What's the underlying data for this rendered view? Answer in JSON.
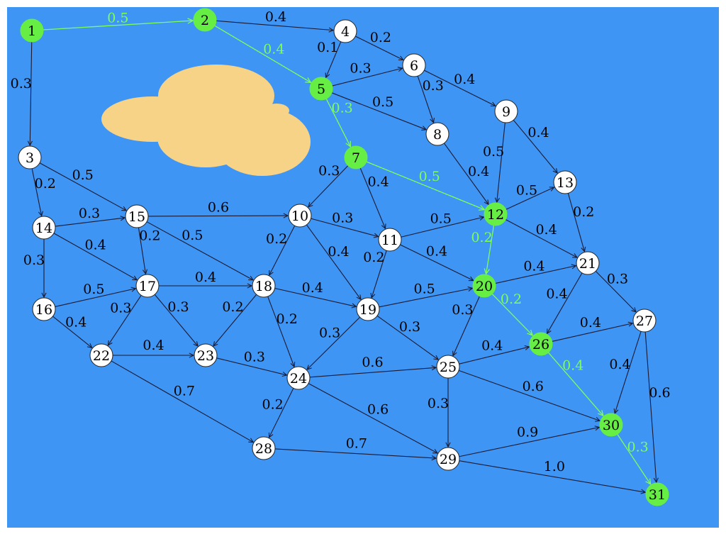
{
  "colors": {
    "background": "#3f95f4",
    "node_default": "#ffffff",
    "node_highlight": "#66ee44",
    "edge_default": "#1a1a33",
    "edge_highlight": "#7dff5a",
    "label_default": "#000000",
    "label_highlight": "#7dff5a",
    "cloud": "#f7d388"
  },
  "graph": {
    "nodes": [
      {
        "id": "1",
        "highlight": true
      },
      {
        "id": "2",
        "highlight": true
      },
      {
        "id": "3",
        "highlight": false
      },
      {
        "id": "4",
        "highlight": false
      },
      {
        "id": "5",
        "highlight": true
      },
      {
        "id": "6",
        "highlight": false
      },
      {
        "id": "7",
        "highlight": true
      },
      {
        "id": "8",
        "highlight": false
      },
      {
        "id": "9",
        "highlight": false
      },
      {
        "id": "10",
        "highlight": false
      },
      {
        "id": "11",
        "highlight": false
      },
      {
        "id": "12",
        "highlight": true
      },
      {
        "id": "13",
        "highlight": false
      },
      {
        "id": "14",
        "highlight": false
      },
      {
        "id": "15",
        "highlight": false
      },
      {
        "id": "16",
        "highlight": false
      },
      {
        "id": "17",
        "highlight": false
      },
      {
        "id": "18",
        "highlight": false
      },
      {
        "id": "19",
        "highlight": false
      },
      {
        "id": "20",
        "highlight": true
      },
      {
        "id": "21",
        "highlight": false
      },
      {
        "id": "22",
        "highlight": false
      },
      {
        "id": "23",
        "highlight": false
      },
      {
        "id": "24",
        "highlight": false
      },
      {
        "id": "25",
        "highlight": false
      },
      {
        "id": "26",
        "highlight": true
      },
      {
        "id": "27",
        "highlight": false
      },
      {
        "id": "28",
        "highlight": false
      },
      {
        "id": "29",
        "highlight": false
      },
      {
        "id": "30",
        "highlight": true
      },
      {
        "id": "31",
        "highlight": true
      }
    ],
    "edges": [
      {
        "from": "1",
        "to": "2",
        "weight": "0.5",
        "highlight": true
      },
      {
        "from": "1",
        "to": "3",
        "weight": "0.3",
        "highlight": false
      },
      {
        "from": "2",
        "to": "4",
        "weight": "0.4",
        "highlight": false
      },
      {
        "from": "2",
        "to": "5",
        "weight": "0.4",
        "highlight": true
      },
      {
        "from": "4",
        "to": "5",
        "weight": "0.1",
        "highlight": false
      },
      {
        "from": "4",
        "to": "6",
        "weight": "0.2",
        "highlight": false
      },
      {
        "from": "5",
        "to": "6",
        "weight": "0.3",
        "highlight": false
      },
      {
        "from": "5",
        "to": "8",
        "weight": "0.5",
        "highlight": false
      },
      {
        "from": "5",
        "to": "7",
        "weight": "0.3",
        "highlight": true
      },
      {
        "from": "6",
        "to": "8",
        "weight": "0.3",
        "highlight": false
      },
      {
        "from": "6",
        "to": "9",
        "weight": "0.4",
        "highlight": false
      },
      {
        "from": "9",
        "to": "13",
        "weight": "0.4",
        "highlight": false
      },
      {
        "from": "9",
        "to": "12",
        "weight": "0.5",
        "highlight": false
      },
      {
        "from": "8",
        "to": "12",
        "weight": "0.4",
        "highlight": false
      },
      {
        "from": "7",
        "to": "12",
        "weight": "0.5",
        "highlight": true
      },
      {
        "from": "7",
        "to": "10",
        "weight": "0.3",
        "highlight": false
      },
      {
        "from": "7",
        "to": "11",
        "weight": "0.4",
        "highlight": false
      },
      {
        "from": "12",
        "to": "13",
        "weight": "0.5",
        "highlight": false
      },
      {
        "from": "12",
        "to": "21",
        "weight": "0.4",
        "highlight": false
      },
      {
        "from": "12",
        "to": "20",
        "weight": "0.2",
        "highlight": true
      },
      {
        "from": "13",
        "to": "21",
        "weight": "0.2",
        "highlight": false
      },
      {
        "from": "3",
        "to": "14",
        "weight": "0.2",
        "highlight": false
      },
      {
        "from": "3",
        "to": "15",
        "weight": "0.5",
        "highlight": false
      },
      {
        "from": "14",
        "to": "15",
        "weight": "0.3",
        "highlight": false
      },
      {
        "from": "14",
        "to": "16",
        "weight": "0.3",
        "highlight": false
      },
      {
        "from": "14",
        "to": "17",
        "weight": "0.4",
        "highlight": false
      },
      {
        "from": "15",
        "to": "10",
        "weight": "0.6",
        "highlight": false
      },
      {
        "from": "15",
        "to": "17",
        "weight": "0.2",
        "highlight": false
      },
      {
        "from": "15",
        "to": "18",
        "weight": "0.5",
        "highlight": false
      },
      {
        "from": "10",
        "to": "11",
        "weight": "0.3",
        "highlight": false
      },
      {
        "from": "10",
        "to": "18",
        "weight": "0.2",
        "highlight": false
      },
      {
        "from": "10",
        "to": "19",
        "weight": "0.4",
        "highlight": false
      },
      {
        "from": "11",
        "to": "12",
        "weight": "0.5",
        "highlight": false
      },
      {
        "from": "11",
        "to": "20",
        "weight": "0.4",
        "highlight": false
      },
      {
        "from": "11",
        "to": "19",
        "weight": "0.2",
        "highlight": false
      },
      {
        "from": "16",
        "to": "17",
        "weight": "0.5",
        "highlight": false
      },
      {
        "from": "16",
        "to": "22",
        "weight": "0.4",
        "highlight": false
      },
      {
        "from": "17",
        "to": "18",
        "weight": "0.4",
        "highlight": false
      },
      {
        "from": "17",
        "to": "22",
        "weight": "0.3",
        "highlight": false
      },
      {
        "from": "17",
        "to": "23",
        "weight": "0.3",
        "highlight": false
      },
      {
        "from": "18",
        "to": "19",
        "weight": "0.4",
        "highlight": false
      },
      {
        "from": "18",
        "to": "23",
        "weight": "0.2",
        "highlight": false
      },
      {
        "from": "18",
        "to": "24",
        "weight": "0.2",
        "highlight": false
      },
      {
        "from": "19",
        "to": "20",
        "weight": "0.5",
        "highlight": false
      },
      {
        "from": "19",
        "to": "24",
        "weight": "0.3",
        "highlight": false
      },
      {
        "from": "19",
        "to": "25",
        "weight": "0.3",
        "highlight": false
      },
      {
        "from": "20",
        "to": "21",
        "weight": "0.4",
        "highlight": false
      },
      {
        "from": "20",
        "to": "25",
        "weight": "0.3",
        "highlight": false
      },
      {
        "from": "20",
        "to": "26",
        "weight": "0.2",
        "highlight": true
      },
      {
        "from": "21",
        "to": "26",
        "weight": "0.4",
        "highlight": false
      },
      {
        "from": "21",
        "to": "27",
        "weight": "0.3",
        "highlight": false
      },
      {
        "from": "22",
        "to": "23",
        "weight": "0.4",
        "highlight": false
      },
      {
        "from": "22",
        "to": "28",
        "weight": "0.7",
        "highlight": false
      },
      {
        "from": "23",
        "to": "24",
        "weight": "0.3",
        "highlight": false
      },
      {
        "from": "24",
        "to": "25",
        "weight": "0.6",
        "highlight": false
      },
      {
        "from": "24",
        "to": "28",
        "weight": "0.2",
        "highlight": false
      },
      {
        "from": "24",
        "to": "29",
        "weight": "0.6",
        "highlight": false
      },
      {
        "from": "25",
        "to": "26",
        "weight": "0.4",
        "highlight": false
      },
      {
        "from": "25",
        "to": "29",
        "weight": "0.3",
        "highlight": false
      },
      {
        "from": "25",
        "to": "30",
        "weight": "0.6",
        "highlight": false
      },
      {
        "from": "26",
        "to": "27",
        "weight": "0.4",
        "highlight": false
      },
      {
        "from": "26",
        "to": "30",
        "weight": "0.4",
        "highlight": true
      },
      {
        "from": "27",
        "to": "30",
        "weight": "0.4",
        "highlight": false
      },
      {
        "from": "27",
        "to": "31",
        "weight": "0.6",
        "highlight": false
      },
      {
        "from": "28",
        "to": "29",
        "weight": "0.7",
        "highlight": false
      },
      {
        "from": "29",
        "to": "30",
        "weight": "0.9",
        "highlight": false
      },
      {
        "from": "29",
        "to": "31",
        "weight": "1.0",
        "highlight": false
      },
      {
        "from": "30",
        "to": "31",
        "weight": "0.3",
        "highlight": true
      }
    ]
  }
}
